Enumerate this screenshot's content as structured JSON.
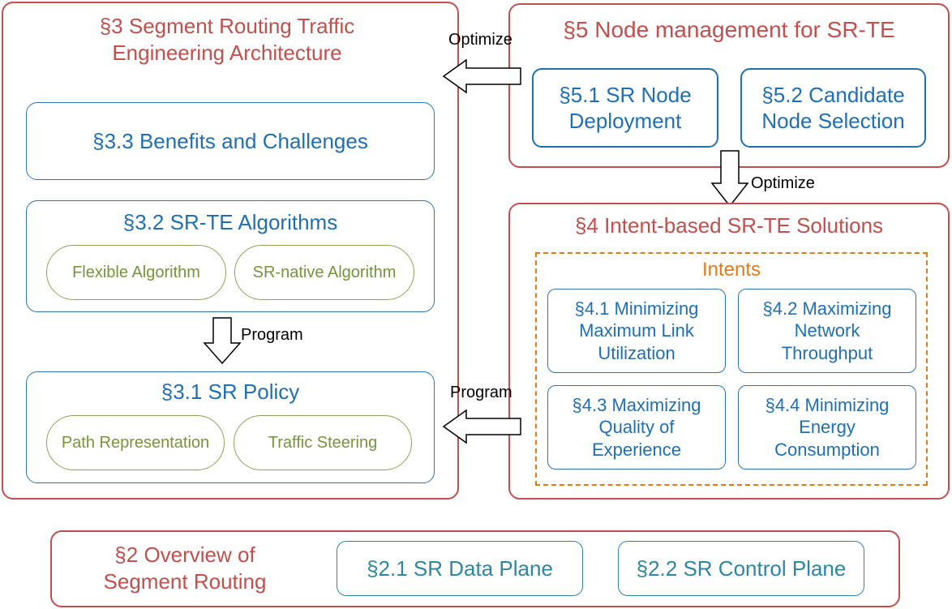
{
  "sec3": {
    "title": "§3 Segment Routing Traffic\nEngineering Architecture",
    "s33": "§3.3 Benefits and Challenges",
    "s32": {
      "title": "§3.2 SR-TE Algorithms",
      "pills": [
        "Flexible Algorithm",
        "SR-native Algorithm"
      ]
    },
    "s31": {
      "title": "§3.1 SR Policy",
      "pills": [
        "Path Representation",
        "Traffic Steering"
      ]
    }
  },
  "sec5": {
    "title": "§5 Node management for SR-TE",
    "s51": "§5.1 SR Node\nDeployment",
    "s52": "§5.2 Candidate\nNode Selection"
  },
  "sec4": {
    "title": "§4 Intent-based SR-TE Solutions",
    "intents_label": "Intents",
    "s41": "§4.1 Minimizing\nMaximum Link\nUtilization",
    "s42": "§4.2 Maximizing\nNetwork\nThroughput",
    "s43": "§4.3 Maximizing\nQuality of\nExperience",
    "s44": "§4.4 Minimizing\nEnergy\nConsumption"
  },
  "sec2": {
    "title": "§2 Overview of\nSegment Routing",
    "s21": "§2.1 SR Data Plane",
    "s22": "§2.2 SR Control Plane"
  },
  "arrows": {
    "optimize_top": "Optimize",
    "optimize_right": "Optimize",
    "program_left": "Program",
    "program_right": "Program"
  },
  "colors": {
    "section_red": "#c0504d",
    "subsection_blue": "#1f6fb3",
    "pill_green": "#77933c",
    "intents_orange": "#e07b18",
    "sec2_teal": "#2e86a0"
  }
}
